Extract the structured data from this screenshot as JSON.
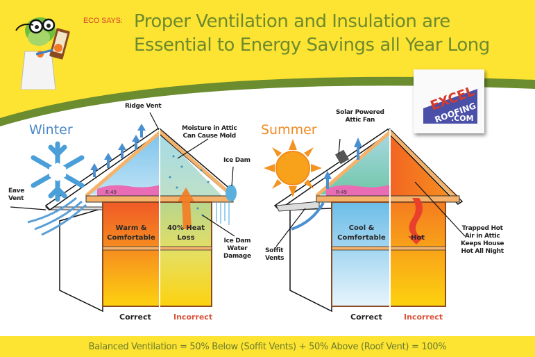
{
  "header": {
    "eco_says": "ECO SAYS:",
    "title_line1": "Proper Ventilation and Insulation are",
    "title_line2": "Essential to Energy Savings all Year Long",
    "background_color": "#fde332",
    "accent_band_color": "#6b8c2f",
    "title_color": "#6d8a2e"
  },
  "logo": {
    "line1": "EXCEL",
    "line2": "ROOFING",
    "line3": ".COM",
    "red": "#d63a2c",
    "blue": "#4a4fa8"
  },
  "winter": {
    "title": "Winter",
    "title_color": "#4a86c5",
    "labels": {
      "ridge_vent": "Ridge Vent",
      "moisture": [
        "Moisture in Attic",
        "Can Cause Mold"
      ],
      "ice_dam": "Ice Dam",
      "eave_vent": [
        "Eave",
        "Vent"
      ],
      "insulation": "R-49",
      "ice_dam_damage": [
        "Ice Dam",
        "Water",
        "Damage"
      ]
    },
    "rooms": {
      "correct_upper": [
        "Warm &",
        "Comfortable"
      ],
      "incorrect_upper": [
        "40% Heat",
        "Loss"
      ]
    },
    "correct": "Correct",
    "incorrect": "Incorrect"
  },
  "summer": {
    "title": "Summer",
    "title_color": "#f08a22",
    "labels": {
      "solar_fan": [
        "Solar Powered",
        "Attic Fan"
      ],
      "insulation": "R-49",
      "soffit_vents": [
        "Soffit",
        "Vents"
      ],
      "trapped_hot_air": [
        "Trapped Hot",
        "Air in Attic",
        "Keeps House",
        "Hot All Night"
      ]
    },
    "rooms": {
      "correct_upper": [
        "Cool &",
        "Comfortable"
      ],
      "incorrect_upper": [
        "Hot"
      ]
    },
    "correct": "Correct",
    "incorrect": "Incorrect"
  },
  "footer": {
    "text": "Balanced Ventilation = 50% Below (Soffit Vents) + 50% Above (Roof Vent) = 100%"
  },
  "colors": {
    "correct": "#222222",
    "incorrect": "#d9533a"
  }
}
